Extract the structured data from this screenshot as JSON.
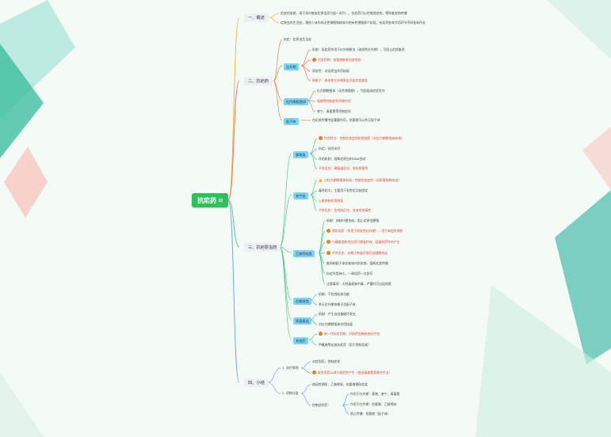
{
  "root": "抗疟药",
  "sections": [
    {
      "label": "一、概述"
    },
    {
      "label": "二、抗疟药"
    },
    {
      "label": "三、抗疟原虫药"
    },
    {
      "label": "四、小结"
    }
  ],
  "overview": [
    "疟疾的发病，源于体内感染疟原虫而引起一系列…，抗疟药可以控制其症状，预防复发和传播",
    "疟原虫的生活史，需经人体内的无性增殖和蚊体内的有性增殖两个阶段，抗疟药依其作用环节不同各有所长"
  ],
  "sec2": {
    "intro": "抗疟：疟原虫生活史",
    "groups": [
      {
        "label": "红外期",
        "items": [
          {
            "text": "机制：抗疟药作用于红外期原虫（继发性红外期），可阻止疟疾复发",
            "style": ""
          },
          {
            "text": "代表药物：伯氨喹能根治良性疟",
            "style": "red",
            "icon": "star"
          },
          {
            "text": "原发性：对疟原虫作用较弱",
            "style": ""
          },
          {
            "text": "休眠子：继发性红外期原虫引起疟疾复发",
            "style": "red"
          }
        ]
      },
      {
        "label": "红内期裂殖体",
        "items": [
          {
            "text": "红内期裂殖体（无性增殖期），引起临床症状发作",
            "style": ""
          },
          {
            "text": "氯喹等控制症状药物作用",
            "style": "red"
          },
          {
            "text": "奎宁、青蒿素等控制症状",
            "style": ""
          }
        ]
      },
      {
        "label": "配子体",
        "items": [
          {
            "text": "在疟疾传播中起重要作用，伯氨喹可以杀灭配子体",
            "style": ""
          }
        ]
      }
    ]
  },
  "sec3": {
    "groups": [
      {
        "label": "氯喹类",
        "items": [
          {
            "text": "作用特点：控制疟疾症状的首选药（对红内期裂殖体有效）",
            "style": "red",
            "icon": "star"
          },
          {
            "text": "抗疟、抗阿米巴",
            "style": ""
          },
          {
            "text": "作用机制：阻断疟原虫的DNA合成",
            "style": ""
          },
          {
            "text": "不良反应：胃肠道反应、视觉损害等",
            "style": "red"
          }
        ]
      },
      {
        "label": "奎宁类",
        "items": [
          {
            "text": "对红内期裂殖体有效，控制疟疾症状（对耐氯喹株有效）",
            "style": "red",
            "icon": "warn"
          },
          {
            "text": "毒性较大，主要用于恶性疟及脑型疟",
            "style": ""
          },
          {
            "text": "心脏抑制作用明显",
            "style": "red"
          },
          {
            "text": "不良反应：金鸡纳反应、血液系统毒性",
            "style": "red"
          }
        ]
      },
      {
        "label": "乙胺嘧啶类",
        "items": [
          {
            "text": "机制：抑制叶酸合成，阻止疟原虫繁殖",
            "style": ""
          },
          {
            "text": "预防用药（作用于原发性红外期），用于病因性预防",
            "style": "red",
            "icon": "star"
          },
          {
            "text": "与磺胺类联合应用可增强疗效，延缓耐药性的产生",
            "style": "red",
            "icon": "star"
          },
          {
            "text": "不良反应：长期大剂量可致巨幼细胞贫血",
            "style": "red",
            "icon": "star"
          },
          {
            "text": "能抑制配子体在蚊体内的发育，阻断疟疾传播",
            "style": ""
          },
          {
            "text": "抗疟作用持久，一周用药一次即可",
            "style": ""
          },
          {
            "text": "注意事项：大剂量易致中毒，严重时可出现惊厥",
            "style": "",
            "tail_red": "严重时可出现惊厥"
          }
        ]
      },
      {
        "label": "伯氨喹类",
        "items": [
          {
            "text": "机制：干扰线粒体功能",
            "style": ""
          },
          {
            "text": "杀灭红外期休眠子及配子体",
            "style": ""
          }
        ]
      },
      {
        "label": "青蒿素类",
        "items": [
          {
            "text": "机制：产生自由基破坏原虫",
            "style": ""
          },
          {
            "text": "对红内期裂殖体作用快速",
            "style": ""
          }
        ]
      },
      {
        "label": "其他药",
        "items": [
          {
            "text": "新一代抗疟药物，对耐药虫株有良好疗效",
            "style": "red",
            "icon": "star"
          },
          {
            "text": "甲氟喹等长效抗疟药（用于预防疟疾）",
            "style": ""
          }
        ]
      }
    ]
  },
  "sec4": {
    "sub1": {
      "label": "1. 治疗原则",
      "items": [
        {
          "text": "对症用药，控制症状",
          "style": ""
        },
        {
          "text": "联合用药以减少耐药性产生（首选青蒿素类联合疗法）",
          "style": "red",
          "icon": "star"
        }
      ]
    },
    "sub2": {
      "label": "2. 药物分类",
      "rows": [
        {
          "text": "病因性预防：乙胺嘧啶、伯氨喹预防疟疾"
        },
        {
          "text": "控制症状药：",
          "children": [
            "作用于红内期：氯喹、奎宁、青蒿素",
            "作用于红外期：伯氨喹、乙胺嘧啶",
            "防止传播：伯氨喹（配子体）"
          ]
        }
      ]
    }
  }
}
